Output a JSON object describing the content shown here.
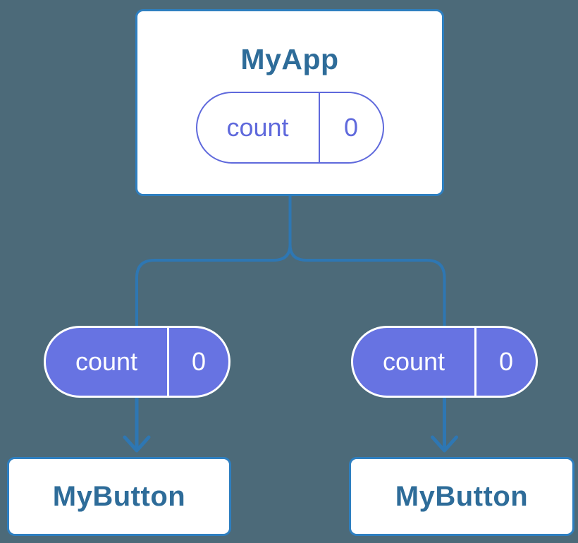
{
  "colors": {
    "background": "#4C6A79",
    "connector": "#2E77B3",
    "card_border": "#2E7FC0",
    "card_background": "#FFFFFF",
    "component_text": "#2E6C99",
    "pill_outline": "#5F69DC",
    "pill_fill": "#6773E2",
    "pill_fill_text": "#FFFFFF"
  },
  "tree": {
    "root": {
      "title": "MyApp",
      "state": {
        "name": "count",
        "value": "0"
      }
    },
    "children": [
      {
        "title": "MyButton",
        "state": {
          "name": "count",
          "value": "0"
        }
      },
      {
        "title": "MyButton",
        "state": {
          "name": "count",
          "value": "0"
        }
      }
    ]
  }
}
